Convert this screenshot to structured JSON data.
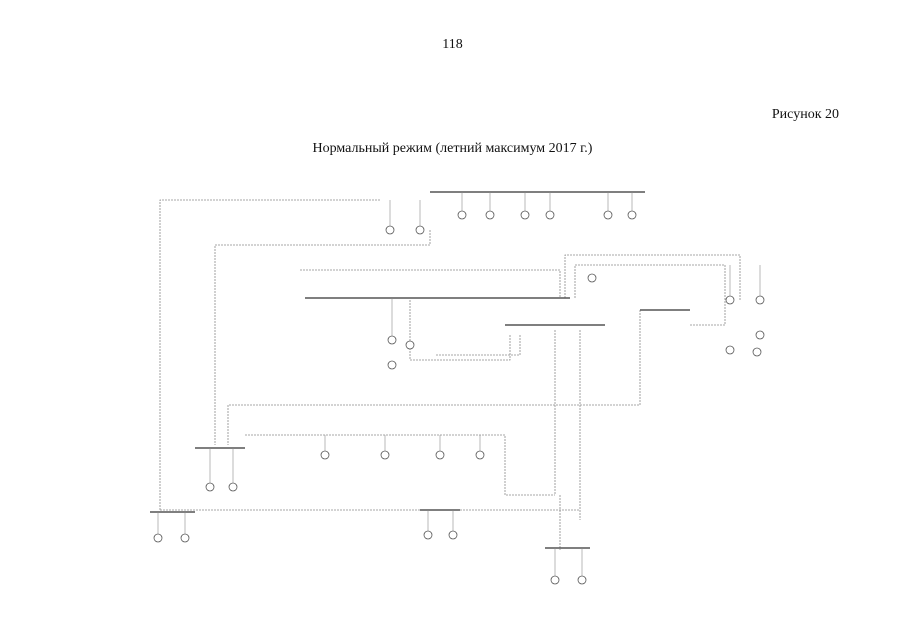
{
  "page": {
    "number": "118",
    "figure_label": "Рисунок 20",
    "caption": "Нормальный режим (летний максимум 2017 г.)"
  },
  "colors": {
    "line": "#8a8a8a",
    "bus": "#555555",
    "text": "#111111"
  }
}
